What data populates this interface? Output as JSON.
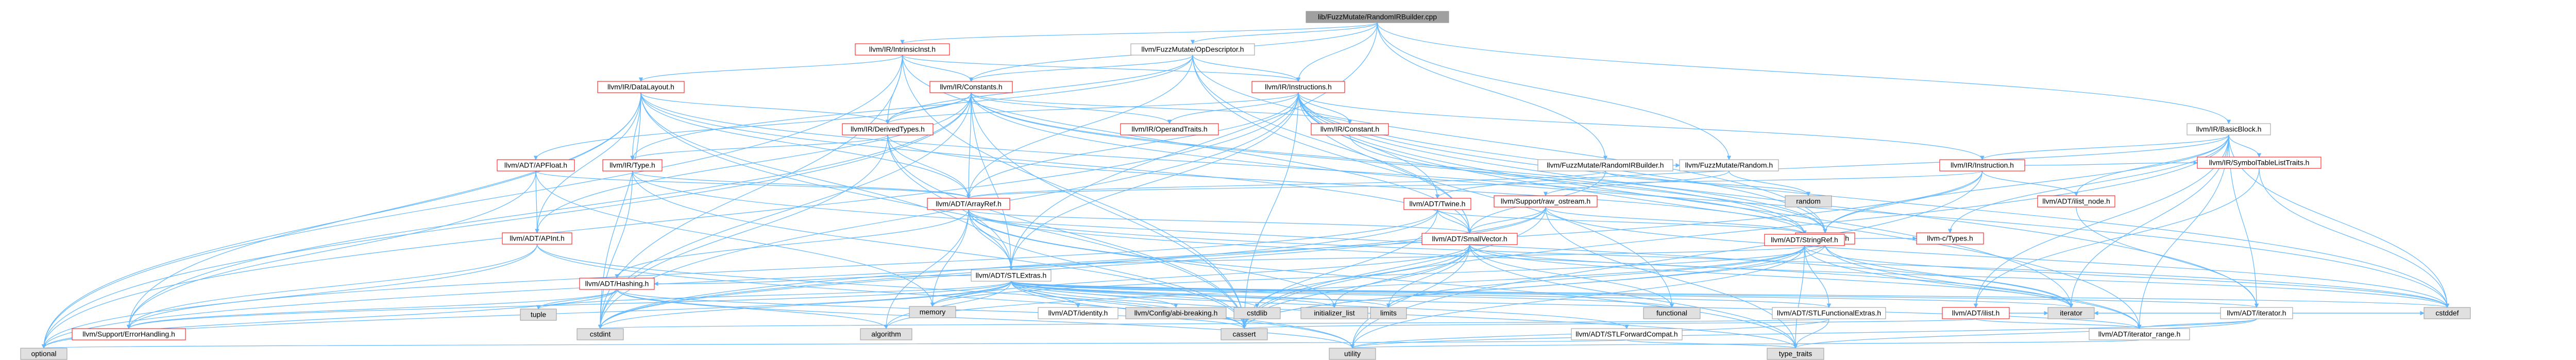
{
  "colors": {
    "root_fill": "#a0a0a0",
    "root_stroke": "#999999",
    "node_fill": "#ffffff",
    "node_stroke_red": "#ff0000",
    "node_stroke_grey": "#999999",
    "leaf_fill": "#e0e0e0",
    "leaf_stroke": "#999999",
    "edge_color": "#63b8ff",
    "text_color": "#000000"
  },
  "nodes": [
    {
      "id": "root",
      "label": "lib/FuzzMutate/RandomIRBuilder.cpp",
      "kind": "root"
    },
    {
      "id": "fm_opdesc",
      "label": "llvm/FuzzMutate/OpDescriptor.h",
      "kind": "grey"
    },
    {
      "id": "ir_intrinsicinst",
      "label": "llvm/IR/IntrinsicInst.h",
      "kind": "red"
    },
    {
      "id": "ir_datalayout",
      "label": "llvm/IR/DataLayout.h",
      "kind": "red"
    },
    {
      "id": "ir_constants",
      "label": "llvm/IR/Constants.h",
      "kind": "red"
    },
    {
      "id": "ir_instructions",
      "label": "llvm/IR/Instructions.h",
      "kind": "red"
    },
    {
      "id": "ir_basicblock",
      "label": "llvm/IR/BasicBlock.h",
      "kind": "grey"
    },
    {
      "id": "ir_derivedtypes",
      "label": "llvm/IR/DerivedTypes.h",
      "kind": "red"
    },
    {
      "id": "ir_operandtraits",
      "label": "llvm/IR/OperandTraits.h",
      "kind": "red"
    },
    {
      "id": "ir_constant",
      "label": "llvm/IR/Constant.h",
      "kind": "red"
    },
    {
      "id": "fm_randomirbuilder",
      "label": "llvm/FuzzMutate/RandomIRBuilder.h",
      "kind": "grey"
    },
    {
      "id": "fm_random",
      "label": "llvm/FuzzMutate/Random.h",
      "kind": "grey"
    },
    {
      "id": "ir_instruction",
      "label": "llvm/IR/Instruction.h",
      "kind": "red"
    },
    {
      "id": "adt_apfloat",
      "label": "llvm/ADT/APFloat.h",
      "kind": "red"
    },
    {
      "id": "ir_type",
      "label": "llvm/IR/Type.h",
      "kind": "red"
    },
    {
      "id": "adt_twine",
      "label": "llvm/ADT/Twine.h",
      "kind": "red"
    },
    {
      "id": "support_raw_ostream",
      "label": "llvm/Support/raw_ostream.h",
      "kind": "red"
    },
    {
      "id": "random",
      "label": "random",
      "kind": "leaf"
    },
    {
      "id": "ir_value",
      "label": "llvm/IR/Value.h",
      "kind": "red"
    },
    {
      "id": "adt_ilist_node",
      "label": "llvm/ADT/ilist_node.h",
      "kind": "red"
    },
    {
      "id": "ir_symboltablelisttraits",
      "label": "llvm/IR/SymbolTableListTraits.h",
      "kind": "red"
    },
    {
      "id": "adt_apint",
      "label": "llvm/ADT/APInt.h",
      "kind": "red"
    },
    {
      "id": "adt_arrayref",
      "label": "llvm/ADT/ArrayRef.h",
      "kind": "red"
    },
    {
      "id": "adt_smallvector",
      "label": "llvm/ADT/SmallVector.h",
      "kind": "red"
    },
    {
      "id": "adt_stringref",
      "label": "llvm/ADT/StringRef.h",
      "kind": "red"
    },
    {
      "id": "llvm_c_types",
      "label": "llvm-c/Types.h",
      "kind": "red"
    },
    {
      "id": "adt_stlextras",
      "label": "llvm/ADT/STLExtras.h",
      "kind": "grey"
    },
    {
      "id": "adt_hashing",
      "label": "llvm/ADT/Hashing.h",
      "kind": "red"
    },
    {
      "id": "memory",
      "label": "memory",
      "kind": "leaf"
    },
    {
      "id": "adt_identity",
      "label": "llvm/ADT/identity.h",
      "kind": "grey"
    },
    {
      "id": "config_abibreaking",
      "label": "llvm/Config/abi-breaking.h",
      "kind": "leaf"
    },
    {
      "id": "cstdlib",
      "label": "cstdlib",
      "kind": "leaf"
    },
    {
      "id": "initializer_list",
      "label": "initializer_list",
      "kind": "leaf"
    },
    {
      "id": "limits",
      "label": "limits",
      "kind": "leaf"
    },
    {
      "id": "functional",
      "label": "functional",
      "kind": "leaf"
    },
    {
      "id": "adt_stlfunctionalextras",
      "label": "llvm/ADT/STLFunctionalExtras.h",
      "kind": "grey"
    },
    {
      "id": "adt_ilist",
      "label": "llvm/ADT/ilist.h",
      "kind": "red"
    },
    {
      "id": "adt_iterator",
      "label": "llvm/ADT/iterator.h",
      "kind": "grey"
    },
    {
      "id": "cstddef",
      "label": "cstddef",
      "kind": "leaf"
    },
    {
      "id": "support_errorhandling",
      "label": "llvm/Support/ErrorHandling.h",
      "kind": "red"
    },
    {
      "id": "tuple",
      "label": "tuple",
      "kind": "leaf"
    },
    {
      "id": "cstdint",
      "label": "cstdint",
      "kind": "leaf"
    },
    {
      "id": "algorithm",
      "label": "algorithm",
      "kind": "leaf"
    },
    {
      "id": "cassert",
      "label": "cassert",
      "kind": "leaf"
    },
    {
      "id": "adt_stlforwardcompat",
      "label": "llvm/ADT/STLForwardCompat.h",
      "kind": "grey"
    },
    {
      "id": "adt_iterator_range",
      "label": "llvm/ADT/iterator_range.h",
      "kind": "grey"
    },
    {
      "id": "iterator",
      "label": "iterator",
      "kind": "leaf"
    },
    {
      "id": "optional",
      "label": "optional",
      "kind": "leaf"
    },
    {
      "id": "utility",
      "label": "utility",
      "kind": "leaf"
    },
    {
      "id": "type_traits",
      "label": "type_traits",
      "kind": "leaf"
    }
  ],
  "edges": [
    [
      "root",
      "fm_opdesc"
    ],
    [
      "root",
      "ir_intrinsicinst"
    ],
    [
      "root",
      "ir_instructions"
    ],
    [
      "root",
      "ir_basicblock"
    ],
    [
      "root",
      "fm_randomirbuilder"
    ],
    [
      "root",
      "fm_random"
    ],
    [
      "root",
      "adt_stlextras"
    ],
    [
      "root",
      "ir_constants"
    ],
    [
      "fm_opdesc",
      "ir_constants"
    ],
    [
      "fm_opdesc",
      "ir_derivedtypes"
    ],
    [
      "fm_opdesc",
      "ir_type"
    ],
    [
      "fm_opdesc",
      "ir_instructions"
    ],
    [
      "fm_opdesc",
      "adt_arrayref"
    ],
    [
      "fm_opdesc",
      "adt_smallvector"
    ],
    [
      "fm_opdesc",
      "ir_value"
    ],
    [
      "fm_opdesc",
      "functional"
    ],
    [
      "ir_intrinsicinst",
      "ir_datalayout"
    ],
    [
      "ir_intrinsicinst",
      "ir_constants"
    ],
    [
      "ir_intrinsicinst",
      "ir_derivedtypes"
    ],
    [
      "ir_intrinsicinst",
      "ir_instructions"
    ],
    [
      "ir_intrinsicinst",
      "adt_smallvector"
    ],
    [
      "ir_intrinsicinst",
      "cassert"
    ],
    [
      "ir_intrinsicinst",
      "cstdint"
    ],
    [
      "ir_intrinsicinst",
      "optional"
    ],
    [
      "ir_datalayout",
      "ir_derivedtypes"
    ],
    [
      "ir_datalayout",
      "ir_type"
    ],
    [
      "ir_datalayout",
      "adt_apint"
    ],
    [
      "ir_datalayout",
      "adt_arrayref"
    ],
    [
      "ir_datalayout",
      "adt_stlextras"
    ],
    [
      "ir_datalayout",
      "adt_smallvector"
    ],
    [
      "ir_datalayout",
      "adt_stringref"
    ],
    [
      "ir_datalayout",
      "support_errorhandling"
    ],
    [
      "ir_datalayout",
      "cassert"
    ],
    [
      "ir_datalayout",
      "cstdint"
    ],
    [
      "ir_datalayout",
      "optional"
    ],
    [
      "ir_constants",
      "ir_derivedtypes"
    ],
    [
      "ir_constants",
      "ir_operandtraits"
    ],
    [
      "ir_constants",
      "ir_constant"
    ],
    [
      "ir_constants",
      "adt_apfloat"
    ],
    [
      "ir_constants",
      "adt_apint"
    ],
    [
      "ir_constants",
      "adt_arrayref"
    ],
    [
      "ir_constants",
      "adt_stlextras"
    ],
    [
      "ir_constants",
      "adt_stringref"
    ],
    [
      "ir_constants",
      "ir_value"
    ],
    [
      "ir_constants",
      "support_errorhandling"
    ],
    [
      "ir_constants",
      "cassert"
    ],
    [
      "ir_constants",
      "cstddef"
    ],
    [
      "ir_constants",
      "cstdint"
    ],
    [
      "ir_constants",
      "optional"
    ],
    [
      "ir_instructions",
      "ir_derivedtypes"
    ],
    [
      "ir_instructions",
      "ir_operandtraits"
    ],
    [
      "ir_instructions",
      "ir_constant"
    ],
    [
      "ir_instructions",
      "ir_instruction"
    ],
    [
      "ir_instructions",
      "adt_arrayref"
    ],
    [
      "ir_instructions",
      "adt_stlextras"
    ],
    [
      "ir_instructions",
      "adt_smallvector"
    ],
    [
      "ir_instructions",
      "adt_twine"
    ],
    [
      "ir_instructions",
      "ir_value"
    ],
    [
      "ir_instructions",
      "adt_iterator"
    ],
    [
      "ir_instructions",
      "adt_iterator_range"
    ],
    [
      "ir_instructions",
      "cassert"
    ],
    [
      "ir_instructions",
      "cstddef"
    ],
    [
      "ir_instructions",
      "cstdint"
    ],
    [
      "ir_instructions",
      "iterator"
    ],
    [
      "ir_instructions",
      "optional"
    ],
    [
      "ir_basicblock",
      "llvm_c_types"
    ],
    [
      "ir_basicblock",
      "adt_twine"
    ],
    [
      "ir_basicblock",
      "adt_ilist"
    ],
    [
      "ir_basicblock",
      "adt_ilist_node"
    ],
    [
      "ir_basicblock",
      "adt_iterator"
    ],
    [
      "ir_basicblock",
      "adt_iterator_range"
    ],
    [
      "ir_basicblock",
      "ir_instruction"
    ],
    [
      "ir_basicblock",
      "ir_symboltablelisttraits"
    ],
    [
      "ir_basicblock",
      "ir_value"
    ],
    [
      "ir_basicblock",
      "cassert"
    ],
    [
      "ir_basicblock",
      "cstddef"
    ],
    [
      "ir_basicblock",
      "iterator"
    ],
    [
      "ir_derivedtypes",
      "adt_arrayref"
    ],
    [
      "ir_derivedtypes",
      "adt_stlextras"
    ],
    [
      "ir_derivedtypes",
      "adt_stringref"
    ],
    [
      "ir_derivedtypes",
      "ir_type"
    ],
    [
      "ir_derivedtypes",
      "cassert"
    ],
    [
      "ir_derivedtypes",
      "cstdint"
    ],
    [
      "ir_constant",
      "ir_value"
    ],
    [
      "fm_randomirbuilder",
      "adt_arrayref"
    ],
    [
      "fm_randomirbuilder",
      "adt_smallvector"
    ],
    [
      "fm_randomirbuilder",
      "fm_random"
    ],
    [
      "fm_randomirbuilder",
      "random"
    ],
    [
      "fm_random",
      "support_raw_ostream"
    ],
    [
      "fm_random",
      "random"
    ],
    [
      "ir_instruction",
      "adt_ilist_node"
    ],
    [
      "ir_instruction",
      "ir_value"
    ],
    [
      "ir_instruction",
      "ir_symboltablelisttraits"
    ],
    [
      "ir_instruction",
      "adt_arrayref"
    ],
    [
      "ir_instruction",
      "cstdint"
    ],
    [
      "ir_instruction",
      "utility"
    ],
    [
      "adt_apfloat",
      "adt_apint"
    ],
    [
      "adt_apfloat",
      "adt_arrayref"
    ],
    [
      "adt_apfloat",
      "support_errorhandling"
    ],
    [
      "adt_apfloat",
      "memory"
    ],
    [
      "ir_type",
      "adt_arrayref"
    ],
    [
      "ir_type",
      "cassert"
    ],
    [
      "ir_type",
      "cstdint"
    ],
    [
      "ir_type",
      "iterator"
    ],
    [
      "adt_twine",
      "adt_smallvector"
    ],
    [
      "adt_twine",
      "adt_stringref"
    ],
    [
      "adt_twine",
      "support_errorhandling"
    ],
    [
      "adt_twine",
      "cassert"
    ],
    [
      "adt_twine",
      "cstdint"
    ],
    [
      "adt_twine",
      "string"
    ],
    [
      "support_raw_ostream",
      "adt_smallvector"
    ],
    [
      "support_raw_ostream",
      "adt_stringref"
    ],
    [
      "support_raw_ostream",
      "cassert"
    ],
    [
      "support_raw_ostream",
      "cstddef"
    ],
    [
      "support_raw_ostream",
      "cstdint"
    ],
    [
      "support_raw_ostream",
      "optional"
    ],
    [
      "support_raw_ostream",
      "type_traits"
    ],
    [
      "ir_value",
      "llvm_c_types"
    ],
    [
      "ir_value",
      "adt_stlextras"
    ],
    [
      "ir_value",
      "adt_stringref"
    ],
    [
      "ir_value",
      "adt_iterator_range"
    ],
    [
      "ir_value",
      "cassert"
    ],
    [
      "ir_value",
      "iterator"
    ],
    [
      "ir_value",
      "memory"
    ],
    [
      "ir_symboltablelisttraits",
      "adt_ilist"
    ],
    [
      "ir_symboltablelisttraits",
      "cstddef"
    ],
    [
      "adt_apint",
      "support_errorhandling"
    ],
    [
      "adt_apint",
      "cassert"
    ],
    [
      "adt_apint",
      "optional"
    ],
    [
      "adt_apint",
      "utility"
    ],
    [
      "adt_arrayref",
      "adt_hashing"
    ],
    [
      "adt_arrayref",
      "adt_stlextras"
    ],
    [
      "adt_arrayref",
      "adt_smallvector"
    ],
    [
      "adt_arrayref",
      "algorithm"
    ],
    [
      "adt_arrayref",
      "cassert"
    ],
    [
      "adt_arrayref",
      "cstddef"
    ],
    [
      "adt_arrayref",
      "initializer_list"
    ],
    [
      "adt_arrayref",
      "iterator"
    ],
    [
      "adt_arrayref",
      "memory"
    ],
    [
      "adt_arrayref",
      "type_traits"
    ],
    [
      "adt_smallvector",
      "cassert"
    ],
    [
      "adt_smallvector",
      "cstddef"
    ],
    [
      "adt_smallvector",
      "cstdlib"
    ],
    [
      "adt_smallvector",
      "functional"
    ],
    [
      "adt_smallvector",
      "initializer_list"
    ],
    [
      "adt_smallvector",
      "iterator"
    ],
    [
      "adt_smallvector",
      "limits"
    ],
    [
      "adt_smallvector",
      "memory"
    ],
    [
      "adt_smallvector",
      "type_traits"
    ],
    [
      "adt_smallvector",
      "utility"
    ],
    [
      "adt_stringref",
      "adt_stlfunctionalextras"
    ],
    [
      "adt_stringref",
      "adt_iterator_range"
    ],
    [
      "adt_stringref",
      "algorithm"
    ],
    [
      "adt_stringref",
      "cassert"
    ],
    [
      "adt_stringref",
      "cstddef"
    ],
    [
      "adt_stringref",
      "limits"
    ],
    [
      "adt_stringref",
      "type_traits"
    ],
    [
      "adt_stringref",
      "utility"
    ],
    [
      "adt_stlextras",
      "adt_hashing"
    ],
    [
      "adt_stlextras",
      "adt_stlforwardcompat"
    ],
    [
      "adt_stlextras",
      "adt_stlfunctionalextras"
    ],
    [
      "adt_stlextras",
      "adt_identity"
    ],
    [
      "adt_stlextras",
      "adt_iterator"
    ],
    [
      "adt_stlextras",
      "adt_iterator_range"
    ],
    [
      "adt_stlextras",
      "config_abibreaking"
    ],
    [
      "adt_stlextras",
      "support_errorhandling"
    ],
    [
      "adt_stlextras",
      "algorithm"
    ],
    [
      "adt_stlextras",
      "cassert"
    ],
    [
      "adt_stlextras",
      "cstddef"
    ],
    [
      "adt_stlextras",
      "cstdint"
    ],
    [
      "adt_stlextras",
      "cstdlib"
    ],
    [
      "adt_stlextras",
      "functional"
    ],
    [
      "adt_stlextras",
      "initializer_list"
    ],
    [
      "adt_stlextras",
      "iterator"
    ],
    [
      "adt_stlextras",
      "limits"
    ],
    [
      "adt_stlextras",
      "memory"
    ],
    [
      "adt_stlextras",
      "optional"
    ],
    [
      "adt_stlextras",
      "tuple"
    ],
    [
      "adt_stlextras",
      "type_traits"
    ],
    [
      "adt_stlextras",
      "utility"
    ],
    [
      "adt_hashing",
      "support_errorhandling"
    ],
    [
      "adt_hashing",
      "algorithm"
    ],
    [
      "adt_hashing",
      "cassert"
    ],
    [
      "adt_hashing",
      "cstring"
    ],
    [
      "adt_hashing",
      "optional"
    ],
    [
      "adt_hashing",
      "tuple"
    ],
    [
      "adt_hashing",
      "utility"
    ],
    [
      "adt_stlfunctionalextras",
      "adt_stlextras_fwd"
    ],
    [
      "adt_stlfunctionalextras",
      "cstdint"
    ],
    [
      "adt_stlfunctionalextras",
      "type_traits"
    ],
    [
      "adt_stlfunctionalextras",
      "utility"
    ],
    [
      "adt_stlforwardcompat",
      "optional"
    ],
    [
      "adt_stlforwardcompat",
      "type_traits"
    ],
    [
      "adt_ilist",
      "adt_iterator_range"
    ],
    [
      "adt_ilist",
      "cassert"
    ],
    [
      "adt_ilist",
      "cstddef"
    ],
    [
      "adt_ilist",
      "iterator"
    ],
    [
      "adt_iterator",
      "adt_iterator_range"
    ],
    [
      "adt_iterator",
      "cstddef"
    ],
    [
      "adt_iterator",
      "iterator"
    ],
    [
      "adt_iterator",
      "type_traits"
    ],
    [
      "adt_iterator",
      "utility"
    ],
    [
      "adt_iterator_range",
      "utility"
    ],
    [
      "adt_ilist_node",
      "adt_iterator"
    ]
  ]
}
